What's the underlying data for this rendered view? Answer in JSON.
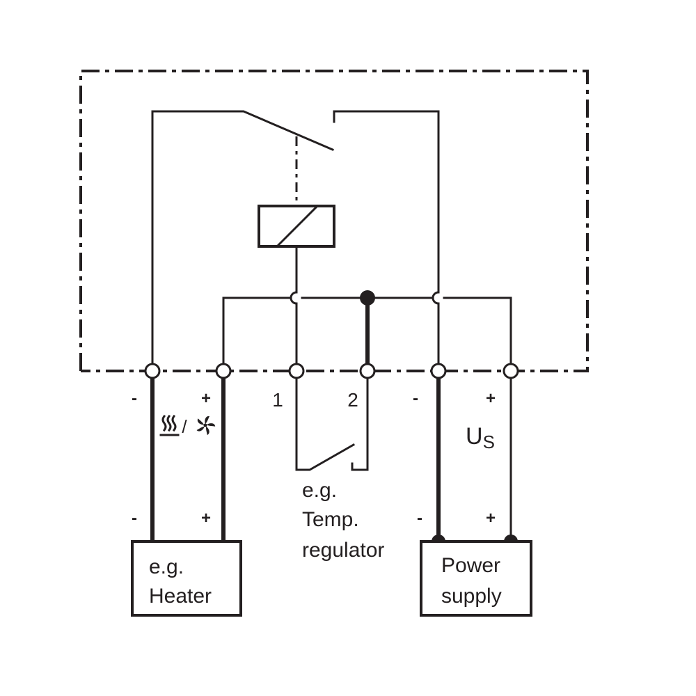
{
  "terminals": {
    "t1": {
      "sign": "-"
    },
    "t2": {
      "sign": "+"
    },
    "t3": {
      "number": "1"
    },
    "t4": {
      "number": "2"
    },
    "t5": {
      "sign": "-"
    },
    "t6": {
      "sign": "+"
    }
  },
  "load_symbol_separator": "/",
  "heater_box": {
    "line1": "e.g.",
    "line2": "Heater",
    "minus": "-",
    "plus": "+"
  },
  "regulator": {
    "line1": "e.g.",
    "line2": "Temp.",
    "line3": "regulator"
  },
  "supply_voltage": {
    "main": "U",
    "sub": "S"
  },
  "power_box": {
    "line1": "Power",
    "line2": "supply",
    "minus": "-",
    "plus": "+"
  },
  "colors": {
    "ink": "#231f20",
    "background": "#ffffff"
  }
}
